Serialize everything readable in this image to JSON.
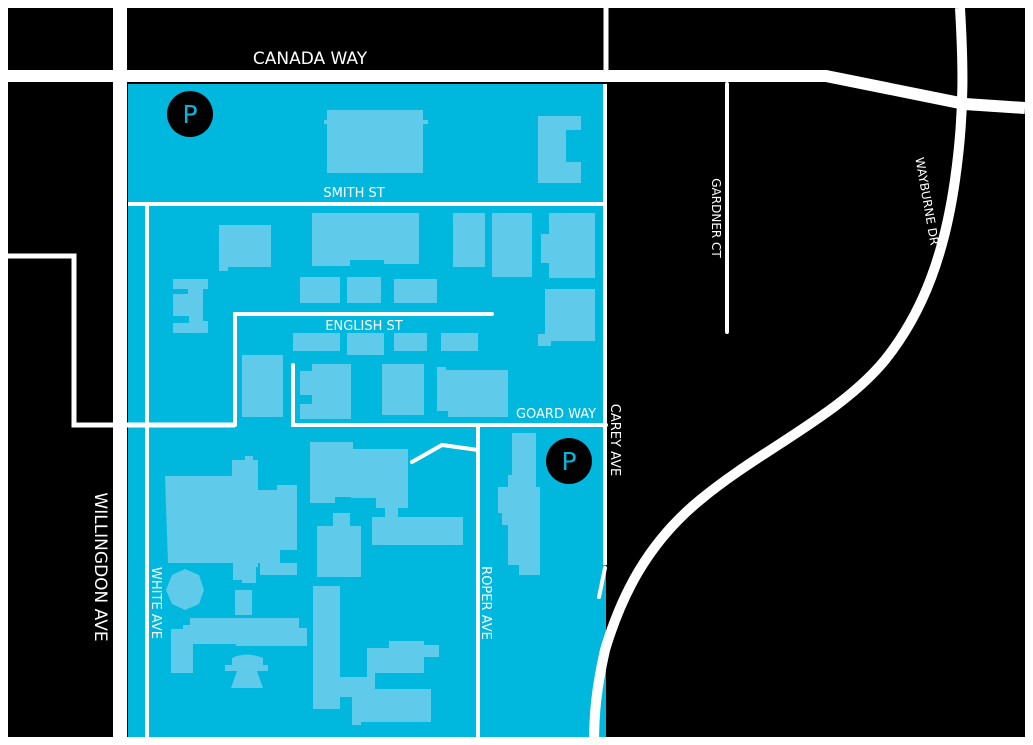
{
  "colors": {
    "background": "#000000",
    "campus": "#00b8de",
    "building": "#5fcaea",
    "road": "#ffffff",
    "parking_letter": "#00b8de"
  },
  "streets": {
    "canada_way": "CANADA WAY",
    "smith_st": "SMITH ST",
    "english_st": "ENGLISH ST",
    "goard_way": "GOARD WAY",
    "carey_ave": "CAREY AVE",
    "gardner_ct": "GARDNER CT",
    "wayburne_dr": "WAYBURNE DR",
    "willingdon_ave": "WILLINGDON AVE",
    "white_ave": "WHITE AVE",
    "roper_ave": "ROPER AVE"
  },
  "parking": [
    {
      "label": "P",
      "icon": "parking-icon"
    },
    {
      "label": "P",
      "icon": "parking-icon"
    }
  ]
}
